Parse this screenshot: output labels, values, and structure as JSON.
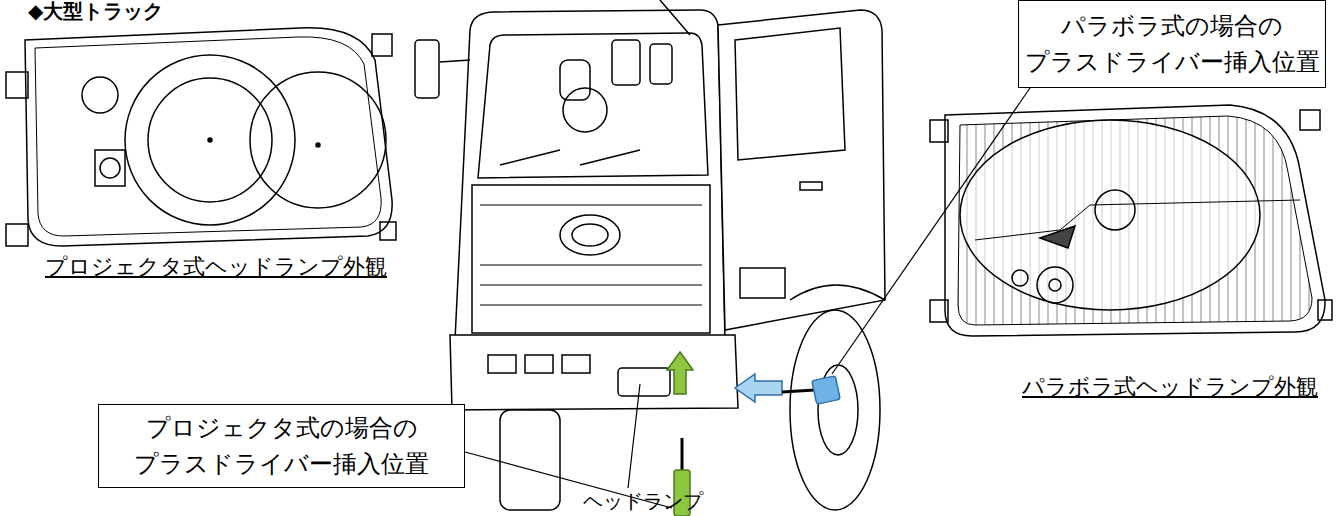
{
  "diagram": {
    "title": "◆大型トラック",
    "nodes": [
      {
        "text": [
          "パラボラ式の場合の プラスドライバー挿入位置"
        ]
      },
      {
        "text": [
          "プロジェクタ式の場合の プラスドライバー挿入位置"
        ]
      }
    ],
    "labels": [
      "プロジェクタ式ヘッドランプ外観",
      "パラボラ式ヘッドランプ外観",
      "ヘッドランプ"
    ]
  }
}
